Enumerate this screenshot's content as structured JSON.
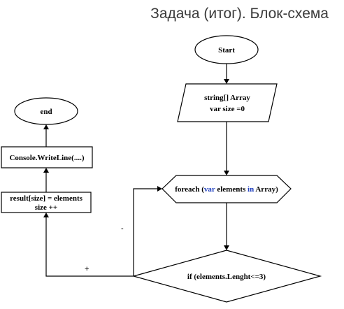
{
  "title": "Задача (итог). Блок-схема",
  "nodes": {
    "start": {
      "label": "Start"
    },
    "init": {
      "line1": "string[] Array",
      "line2": "var size =0"
    },
    "loop": {
      "prefix": "foreach (",
      "kw_var": "var",
      "mid": " elements ",
      "kw_in": "in",
      "suffix": " Array)"
    },
    "condition": {
      "label": "if (elements.Lenght<=3)"
    },
    "assign": {
      "line1": "result[size] = elements",
      "line2": "size ++"
    },
    "output": {
      "label": "Console.WriteLine(....)"
    },
    "end": {
      "label": "end"
    }
  },
  "edges": {
    "yes_label": "+",
    "no_label": "-"
  },
  "colors": {
    "keyword": "#1f3fbf",
    "stroke": "#000000",
    "title": "#3a3a3a"
  }
}
